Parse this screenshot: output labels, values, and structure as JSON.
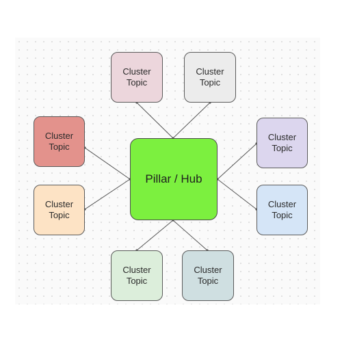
{
  "hub": {
    "label": "Pillar / Hub",
    "color": "#7cf03f"
  },
  "clusters": [
    {
      "label": "Cluster\nTopic",
      "color": "#ecd6dc"
    },
    {
      "label": "Cluster\nTopic",
      "color": "#ececec"
    },
    {
      "label": "Cluster\nTopic",
      "color": "#e3928c"
    },
    {
      "label": "Cluster\nTopic",
      "color": "#dcd6ee"
    },
    {
      "label": "Cluster\nTopic",
      "color": "#fde3c5"
    },
    {
      "label": "Cluster\nTopic",
      "color": "#d5e5f7"
    },
    {
      "label": "Cluster\nTopic",
      "color": "#dceedb"
    },
    {
      "label": "Cluster\nTopic",
      "color": "#cfdfe1"
    }
  ],
  "connector_color": "#555555"
}
